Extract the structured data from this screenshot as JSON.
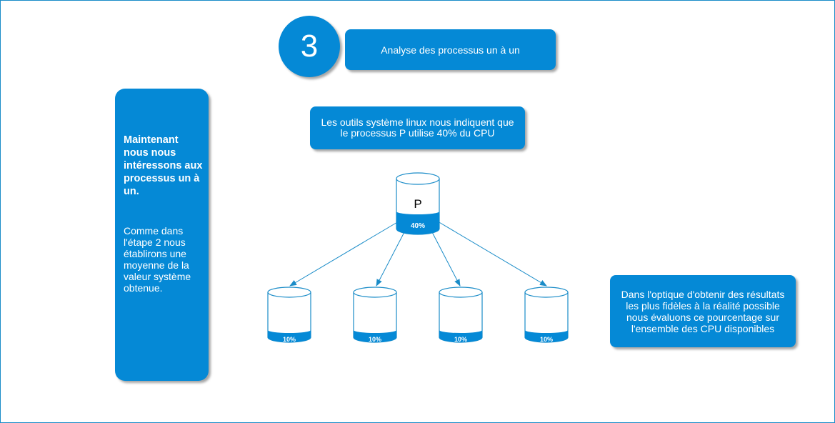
{
  "step": {
    "number": "3",
    "title": "Analyse des processus un à un"
  },
  "tools_note": "Les outils système linux nous indiquent que le processus P utilise 40% du CPU",
  "left_panel": {
    "heading": "Maintenant nous nous intéressons aux processus un à un.",
    "body": "Comme dans l'étape 2 nous établirons une moyenne de la valeur système obtenue."
  },
  "right_note": "Dans l'optique d'obtenir des résultats les plus fidèles à la réalité possible nous évaluons ce pourcentage sur l'ensemble des CPU disponibles",
  "process": {
    "name": "P",
    "usage_label": "40%",
    "usage_fraction": 0.4
  },
  "cpus": [
    {
      "usage_label": "10%",
      "usage_fraction": 0.1
    },
    {
      "usage_label": "10%",
      "usage_fraction": 0.1
    },
    {
      "usage_label": "10%",
      "usage_fraction": 0.1
    },
    {
      "usage_label": "10%",
      "usage_fraction": 0.1
    }
  ],
  "colors": {
    "accent": "#0589d6",
    "border": "#1a8cc8",
    "cylinder_outline": "#1a8cc8",
    "arrow": "#1a8cc8"
  }
}
